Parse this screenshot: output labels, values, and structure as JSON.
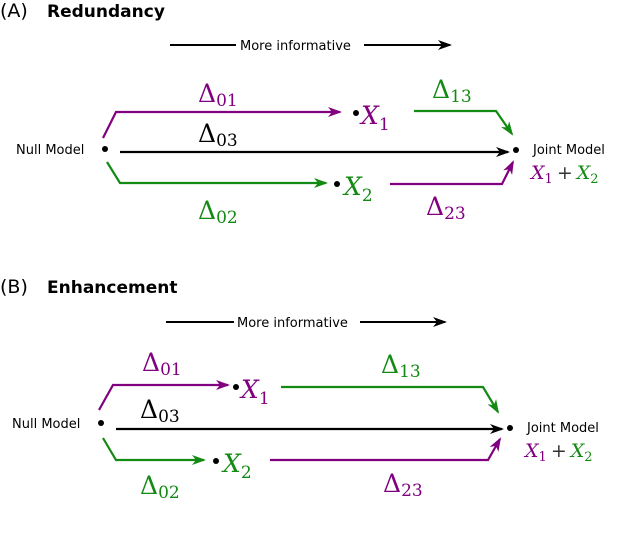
{
  "colors": {
    "purple": "#800080",
    "green": "#138a13",
    "black": "#000000"
  },
  "panels": [
    {
      "letter": "(A)",
      "title": "Redundancy",
      "axis_label": "More informative",
      "null_model": "Null Model",
      "joint_model": "Joint Model",
      "x1": "X",
      "x1_sub": "1",
      "x2": "X",
      "x2_sub": "2",
      "joint_x1": "X",
      "joint_x1_sub": "1",
      "joint_plus": "+",
      "joint_x2": "X",
      "joint_x2_sub": "2",
      "d01": {
        "sym": "Δ",
        "sub": "01"
      },
      "d02": {
        "sym": "Δ",
        "sub": "02"
      },
      "d03": {
        "sym": "Δ",
        "sub": "03"
      },
      "d13": {
        "sym": "Δ",
        "sub": "13"
      },
      "d23": {
        "sym": "Δ",
        "sub": "23"
      }
    },
    {
      "letter": "(B)",
      "title": "Enhancement",
      "axis_label": "More informative",
      "null_model": "Null Model",
      "joint_model": "Joint Model",
      "x1": "X",
      "x1_sub": "1",
      "x2": "X",
      "x2_sub": "2",
      "joint_x1": "X",
      "joint_x1_sub": "1",
      "joint_plus": "+",
      "joint_x2": "X",
      "joint_x2_sub": "2",
      "d01": {
        "sym": "Δ",
        "sub": "01"
      },
      "d02": {
        "sym": "Δ",
        "sub": "02"
      },
      "d03": {
        "sym": "Δ",
        "sub": "03"
      },
      "d13": {
        "sym": "Δ",
        "sub": "13"
      },
      "d23": {
        "sym": "Δ",
        "sub": "23"
      }
    }
  ]
}
